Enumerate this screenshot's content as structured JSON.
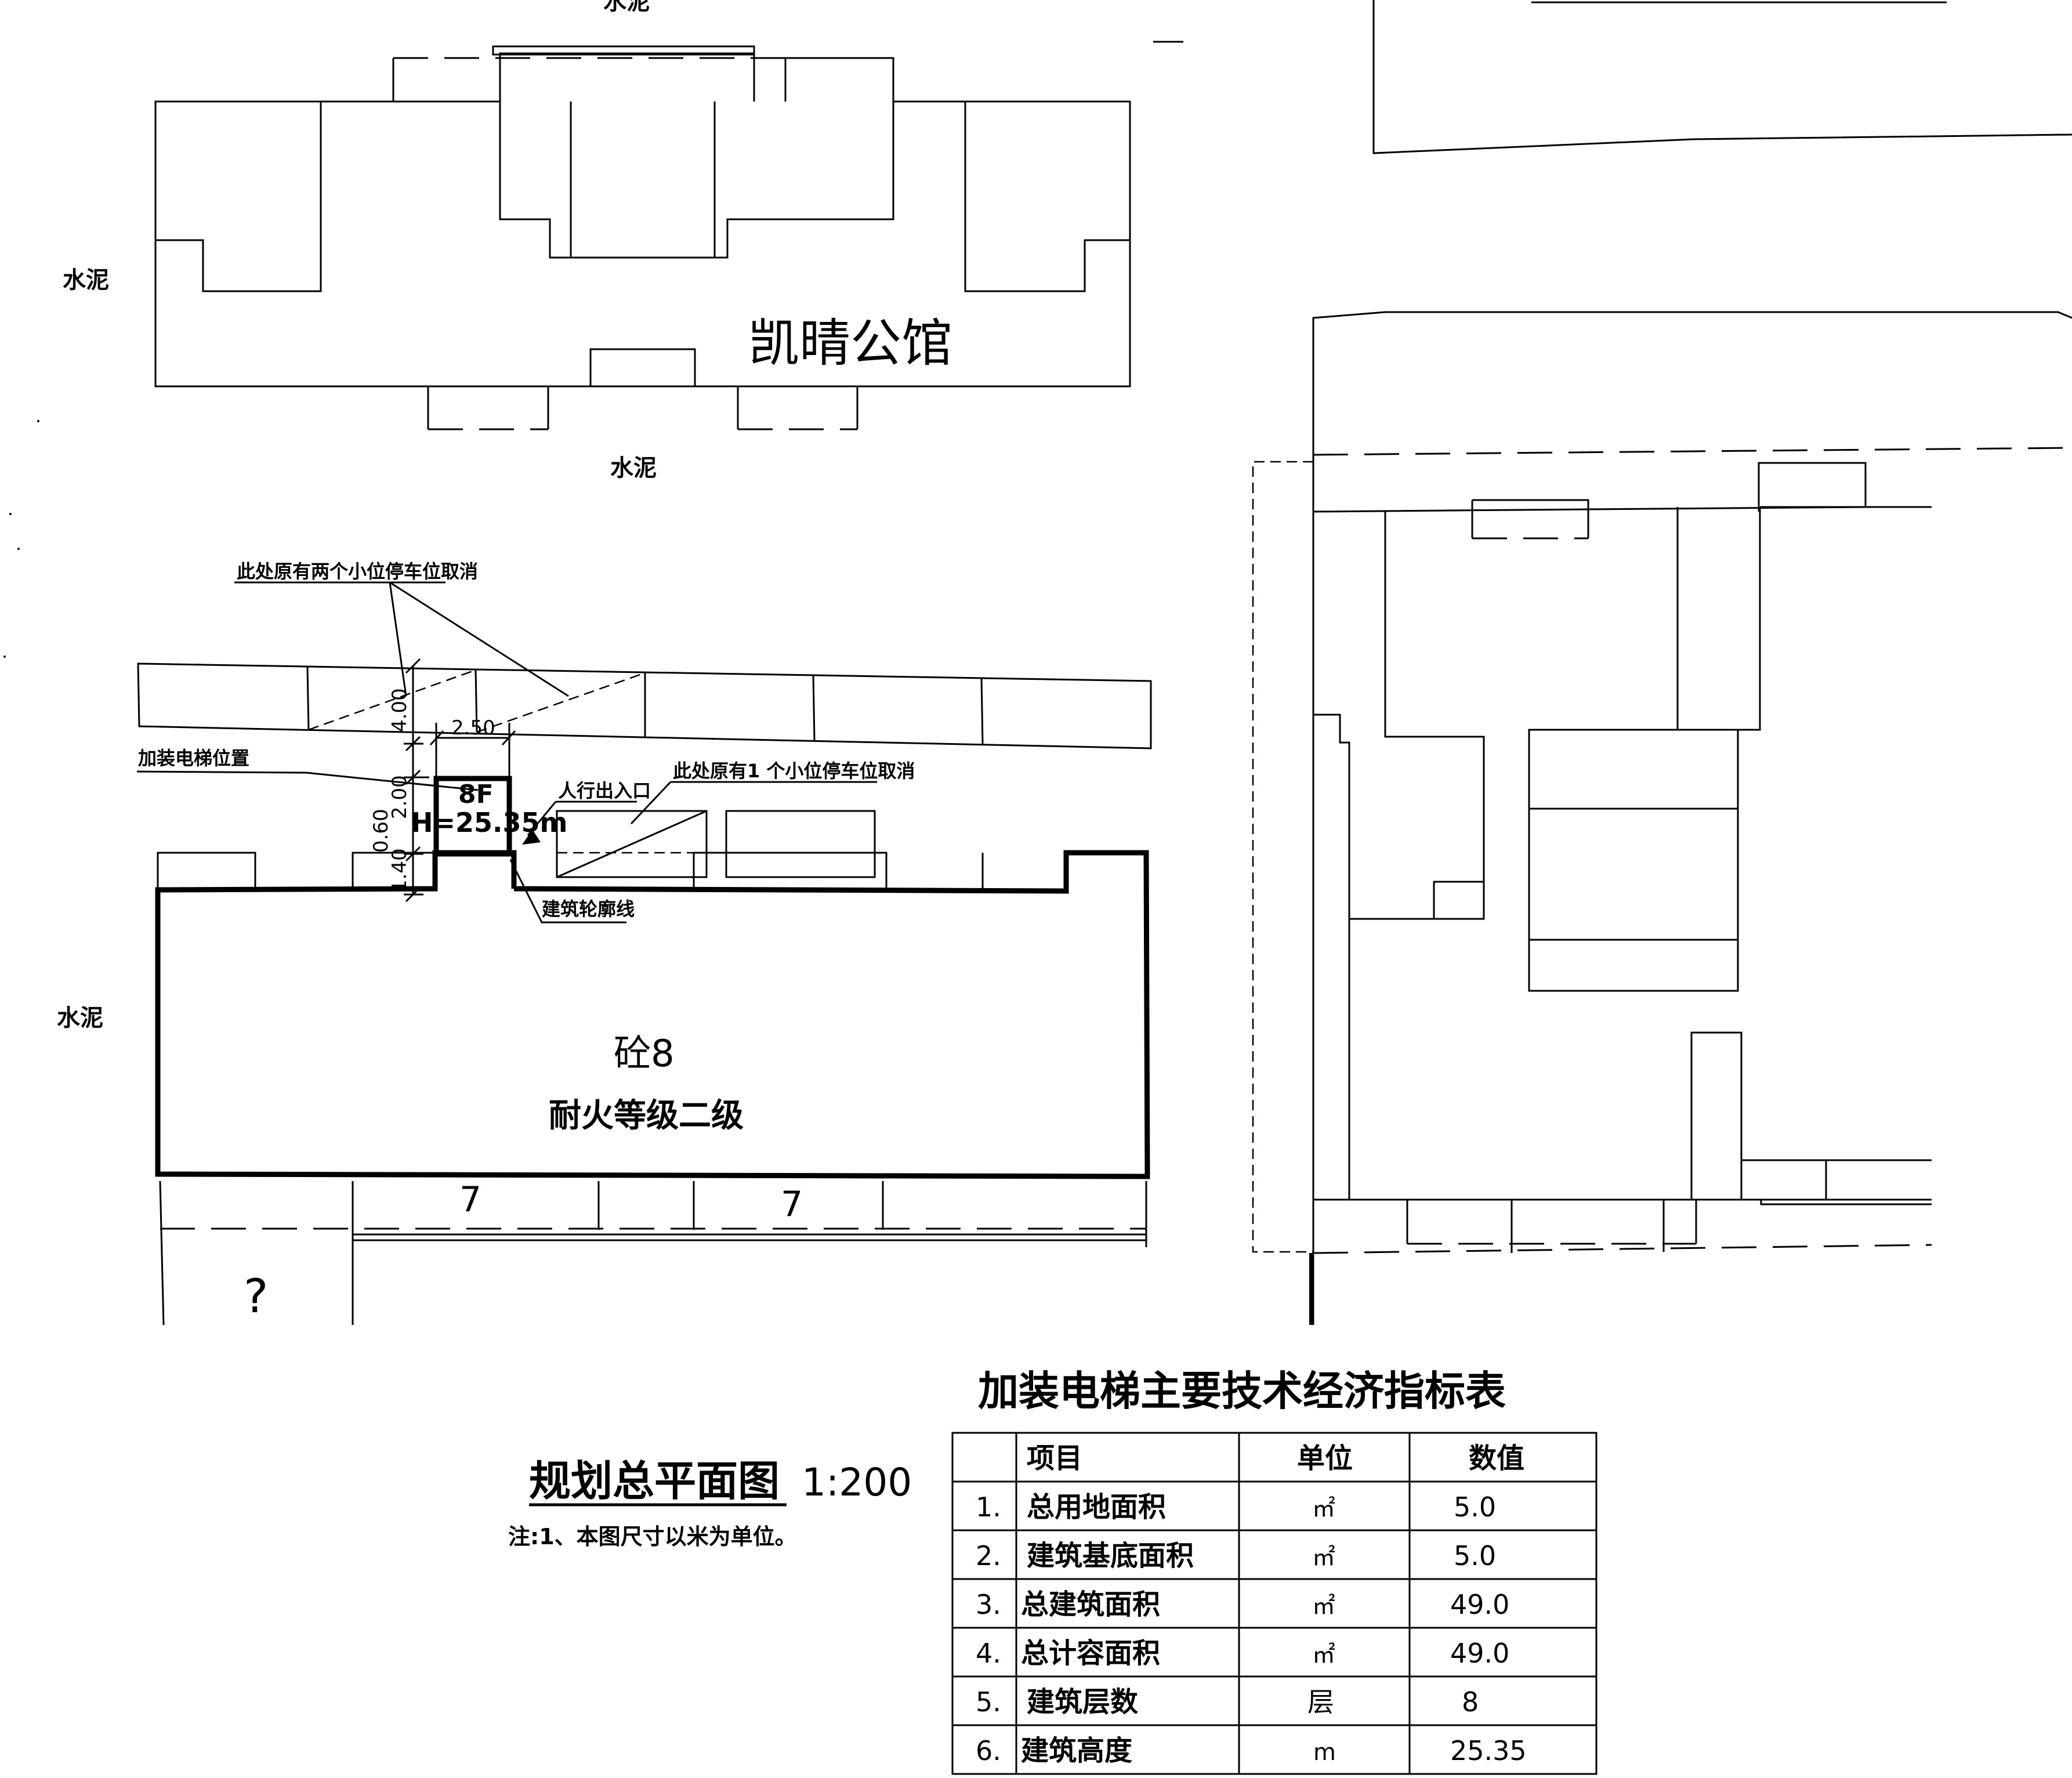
{
  "labels": {
    "cement_top": "水泥",
    "cement_left_1": "水泥",
    "cement_mid": "水泥",
    "cement_left_2": "水泥",
    "neighbor_building": "凯晴公馆",
    "parking_cancel_two": "此处原有两个小位停车位取消",
    "parking_cancel_one": "此处原有1 个小位停车位取消",
    "elevator_position": "加装电梯位置",
    "pedestrian_entry": "人行出入口",
    "building_outline": "建筑轮廓线",
    "elevator_floors": "8F",
    "elevator_height": "H=25.35m",
    "main_building_code": "砼8",
    "fire_rating": "耐火等级二级",
    "unknown_mark": "?"
  },
  "dimensions": {
    "d_400": "4.00",
    "d_250": "2.50",
    "d_200": "2.00",
    "d_060": "0.60",
    "d_140": "1.40",
    "span_a": "7",
    "span_b": "7"
  },
  "plan_title": {
    "name": "规划总平面图",
    "scale": "1:200",
    "note": "注:1、本图尺寸以米为单位。"
  },
  "table": {
    "title": "加装电梯主要技术经济指标表",
    "headers": [
      "",
      "项目",
      "单位",
      "数值"
    ],
    "rows": [
      [
        "1.",
        "总用地面积",
        "㎡",
        "5.0"
      ],
      [
        "2.",
        "建筑基底面积",
        "㎡",
        "5.0"
      ],
      [
        "3.",
        "总建筑面积",
        "㎡",
        "49.0"
      ],
      [
        "4.",
        "总计容面积",
        "㎡",
        "49.0"
      ],
      [
        "5.",
        "建筑层数",
        "层",
        "8"
      ],
      [
        "6.",
        "建筑高度",
        "m",
        "25.35"
      ]
    ]
  }
}
